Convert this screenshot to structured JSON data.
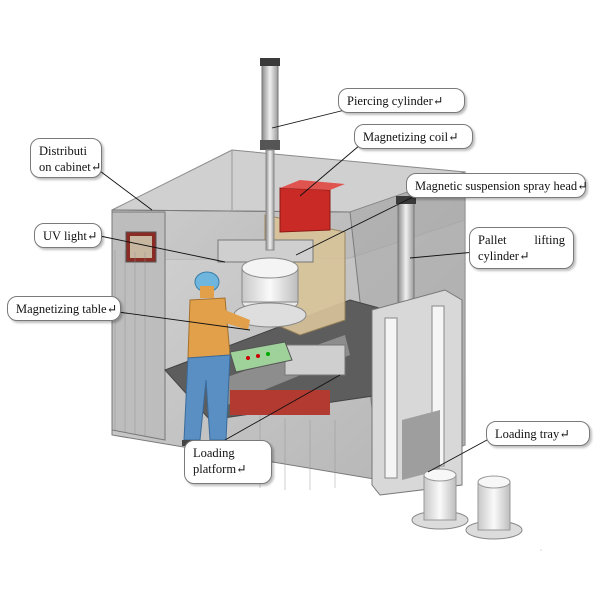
{
  "callouts": {
    "piercing_cylinder": "Piercing cylinder↵",
    "magnetizing_coil": "Magnetizing coil↵",
    "distribution_cabinet": [
      "Distributi",
      "on cabinet↵"
    ],
    "magnetic_spray_head": "Magnetic suspension spray head↵",
    "uv_light": "UV light↵",
    "pallet_lifting_cylinder": [
      "Pallet lifting",
      "cylinder↵"
    ],
    "magnetizing_table": "Magnetizing table↵",
    "loading_platform": [
      "Loading",
      "platform↵"
    ],
    "loading_tray": "Loading tray↵"
  },
  "colors": {
    "enclosure": "#b9b9b9",
    "frame": "#6d6d6d",
    "coil_housing": "#d9c9a2",
    "coil": "#c92a26",
    "floor": "#8a8a8a",
    "tray": "#e6e6e6",
    "worker_shirt": "#e2a04a",
    "worker_pants": "#5a8fc4",
    "helmet": "#6fb6de"
  }
}
